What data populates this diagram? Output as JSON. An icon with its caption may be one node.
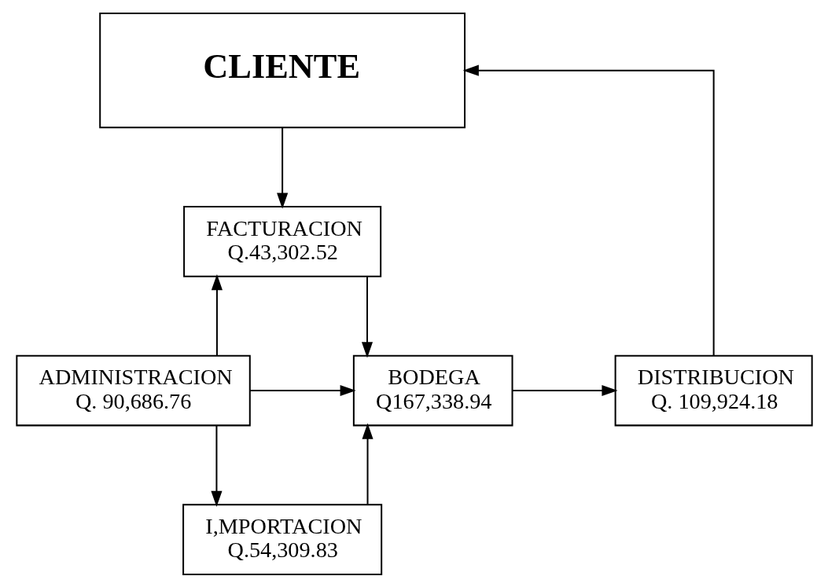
{
  "diagram": {
    "nodes": [
      {
        "text": [
          "CLIENTE"
        ]
      },
      {
        "text": [
          "FACTURACION",
          "Q.43,302.52"
        ]
      },
      {
        "text": [
          "ADMINISTRACION",
          "Q. 90,686.76"
        ]
      },
      {
        "text": [
          "BODEGA",
          "Q167,338.94"
        ]
      },
      {
        "text": [
          "DISTRIBUCION",
          "Q. 109,924.18"
        ]
      },
      {
        "text": [
          "I,MPORTACION",
          "Q.54,309.83"
        ]
      }
    ],
    "edges": [
      {
        "from": 0,
        "to": 1,
        "arrow": "to"
      },
      {
        "from": 2,
        "to": 1,
        "arrow": "to"
      },
      {
        "from": 1,
        "to": 3,
        "arrow": "to"
      },
      {
        "from": 2,
        "to": 3,
        "arrow": "to"
      },
      {
        "from": 3,
        "to": 4,
        "arrow": "to"
      },
      {
        "from": 4,
        "to": 0,
        "arrow": "to"
      },
      {
        "from": 2,
        "to": 5,
        "arrow": "to"
      },
      {
        "from": 5,
        "to": 3,
        "arrow": "to"
      }
    ]
  }
}
